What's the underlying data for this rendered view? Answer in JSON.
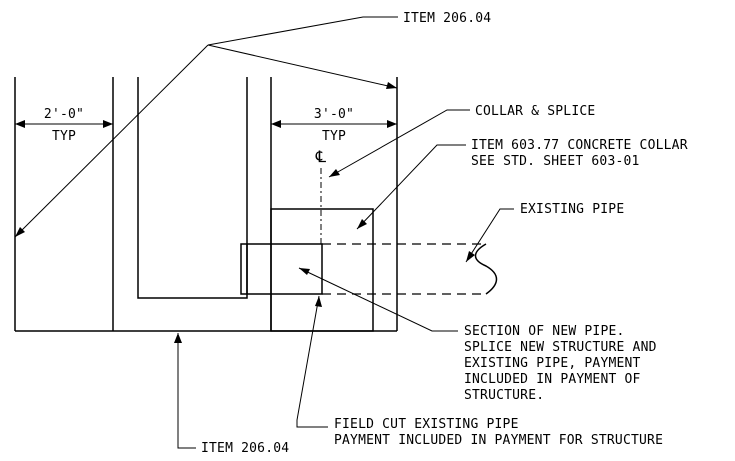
{
  "labels": {
    "item_top": "ITEM 206.04",
    "item_bottom": "ITEM 206.04",
    "dim_left": "2'-0\"",
    "dim_left_typ": "TYP",
    "dim_right": "3'-0\"",
    "dim_right_typ": "TYP",
    "collar_splice": "COLLAR & SPLICE",
    "concrete_collar_1": "ITEM 603.77 CONCRETE COLLAR",
    "concrete_collar_2": "SEE STD. SHEET 603-01",
    "centerline": "℄",
    "existing_pipe": "EXISTING PIPE",
    "section_1": "SECTION OF NEW PIPE.",
    "section_2": "SPLICE NEW STRUCTURE AND",
    "section_3": "EXISTING PIPE, PAYMENT",
    "section_4": "INCLUDED IN PAYMENT OF",
    "section_5": "STRUCTURE.",
    "field_cut_1": "FIELD CUT EXISTING PIPE",
    "field_cut_2": "PAYMENT INCLUDED IN PAYMENT FOR STRUCTURE"
  }
}
